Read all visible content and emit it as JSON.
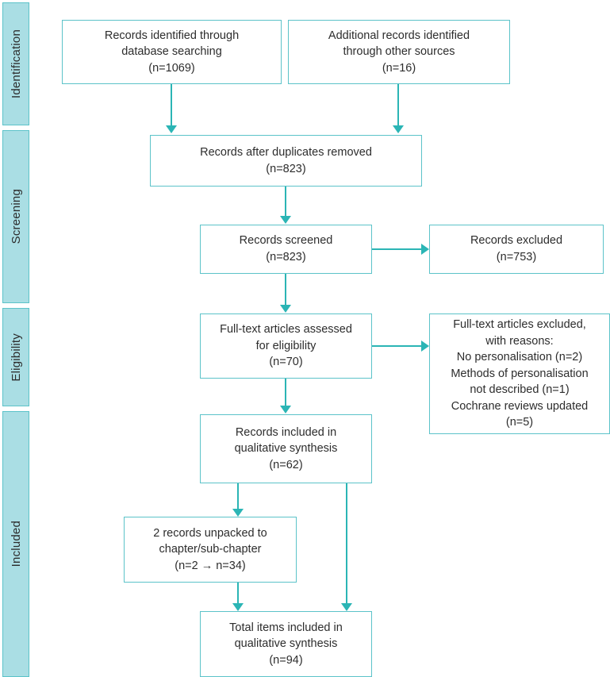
{
  "diagram": {
    "title": "PRISMA flow diagram",
    "type": "prisma-flowchart",
    "colors": {
      "phase_bar_fill": "#aadee4",
      "box_border": "#5cc3c9",
      "connector": "#2bb5b5",
      "text": "#2d2d2d",
      "background": "#ffffff"
    }
  },
  "phases": [
    {
      "id": "identification",
      "label": "Identification"
    },
    {
      "id": "screening",
      "label": "Screening"
    },
    {
      "id": "eligibility",
      "label": "Eligibility"
    },
    {
      "id": "included",
      "label": "Included"
    }
  ],
  "boxes": {
    "records_identified": {
      "text": "Records identified through\ndatabase searching\n(n=1069)",
      "count": 1069
    },
    "additional_records": {
      "text": "Additional records identified\nthrough other sources\n(n=16)",
      "count": 16
    },
    "after_duplicates": {
      "text": "Records after duplicates removed\n(n=823)",
      "count": 823
    },
    "records_screened": {
      "text": "Records screened\n(n=823)",
      "count": 823
    },
    "records_excluded": {
      "text": "Records excluded\n(n=753)",
      "count": 753
    },
    "fulltext_assessed": {
      "text": "Full-text articles assessed\nfor eligibility\n(n=70)",
      "count": 70
    },
    "fulltext_excluded": {
      "text": "Full-text articles excluded,\nwith reasons:\nNo personalisation (n=2)\nMethods of personalisation\nnot described (n=1)\nCochrane reviews updated\n(n=5)",
      "reasons": [
        {
          "reason": "No personalisation",
          "count": 2
        },
        {
          "reason": "Methods of personalisation not described",
          "count": 1
        },
        {
          "reason": "Cochrane reviews updated",
          "count": 5
        }
      ]
    },
    "records_included": {
      "text": "Records included in\nqualitative synthesis\n(n=62)",
      "count": 62
    },
    "records_unpacked": {
      "text": "2 records unpacked to\nchapter/sub-chapter\n(n=2 → n=34)",
      "from": 2,
      "to": 34
    },
    "total_included": {
      "text": "Total items included in\nqualitative synthesis\n(n=94)",
      "count": 94
    }
  }
}
